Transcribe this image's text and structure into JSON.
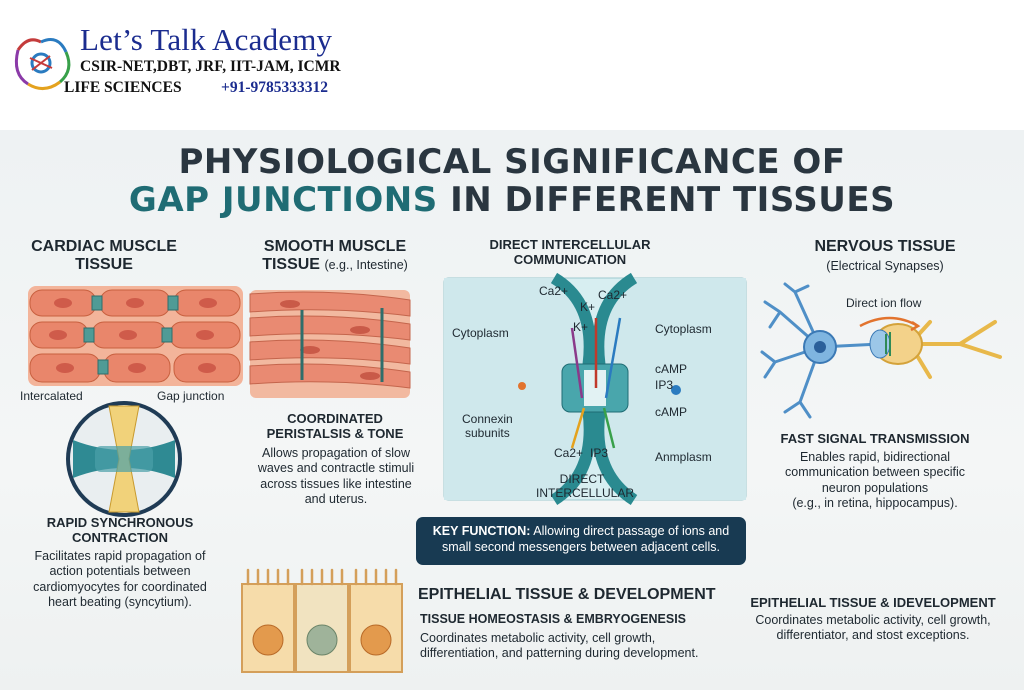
{
  "header": {
    "brand_title": "Let’s Talk Academy",
    "brand_subtitle": "CSIR-NET,DBT, JRF, IIT-JAM, ICMR",
    "brand_line3": "LIFE SCIENCES",
    "phone": "+91-9785333312"
  },
  "title": {
    "line1": "PHYSIOLOGICAL SIGNIFICANCE OF",
    "line2_highlight": "GAP JUNCTIONS",
    "line2_rest": " IN DIFFERENT TISSUES"
  },
  "cardiac": {
    "heading_line1": "CARDIAC MUSCLE",
    "heading_line2": "TISSUE",
    "label_left": "Intercalated",
    "label_right": "Gap junction",
    "subheading_line1": "RAPID SYNCHRONOUS",
    "subheading_line2": "CONTRACTION",
    "body": [
      "Facilitates rapid propagation of",
      "action potentials between",
      "cardiomyocytes for coordinated",
      "heart beating (syncytium)."
    ]
  },
  "smooth": {
    "heading_line1": "SMOOTH MUSCLE",
    "heading_line2": "TISSUE",
    "heading_note": "(e.g., Intestine)",
    "subheading_line1": "COORDINATED",
    "subheading_line2": "PERISTALSIS & TONE",
    "body": [
      "Allows propagation of slow",
      "waves and contractle stimuli",
      "across tissues like intestine",
      "and uterus."
    ]
  },
  "direct": {
    "heading_line1": "DIRECT INTERCELLULAR",
    "heading_line2": "COMMUNICATION",
    "cytoplasm_left": "Cytoplasm",
    "cytoplasm_right": "Cytoplasm",
    "connexin_line1": "Connexin",
    "connexin_line2": "subunits",
    "camp1": "cAMP",
    "ip3_right": "IP3",
    "camp2": "cAMP",
    "anmplasm": "Anmplasm",
    "ca_top_left": "Ca2+",
    "k_top": "K+",
    "ca_top_right": "Ca2+",
    "k_mid": "K+",
    "ca_bottom": "Ca2+",
    "ip3_bottom": "IP3",
    "bottom_line1": "DIRECT",
    "bottom_line2": "INTERCELLULAR"
  },
  "key_function": {
    "label": "KEY FUNCTION:",
    "text_line1": " Allowing direct passage of ions and",
    "text_line2": "small second messengers between adjacent cells."
  },
  "nervous": {
    "heading": "NERVOUS TISSUE",
    "heading_note": "(Electrical Synapses)",
    "ion_flow": "Direct ion flow",
    "subheading": "FAST SIGNAL TRANSMISSION",
    "body": [
      "Enables rapid, bidirectional",
      "communication between specific",
      "neuron populations",
      "(e.g., in retina, hippocampus)."
    ]
  },
  "epithelial_center": {
    "heading": "EPITHELIAL TISSUE & DEVELOPMENT",
    "subheading": "TISSUE HOMEOSTASIS & EMBRYOGENESIS",
    "body": [
      "Coordinates metabolic activity, cell growth,",
      "differentiation, and patterning during development."
    ]
  },
  "epithelial_right": {
    "heading": "EPITHELIAL TISSUE & IDEVELOPMENT",
    "body": [
      "Coordinates metabolic activity, cell growth,",
      "differentiator, and stost exceptions."
    ]
  },
  "colors": {
    "brand_blue": "#1b2c8f",
    "teal": "#1f6c74",
    "dark_navy": "#183a52",
    "muscle_pink": "#e98a72"
  }
}
